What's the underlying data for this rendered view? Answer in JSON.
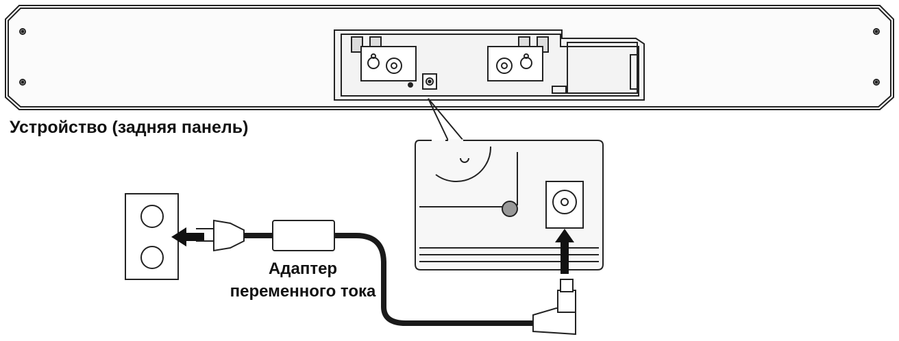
{
  "labels": {
    "device_back_panel": "Устройство (задняя панель)",
    "adapter_line_1": "Адаптер",
    "adapter_line_2": "переменного тока"
  },
  "icons": [
    "device-back-panel",
    "dc-in-port",
    "callout-magnifier",
    "wall-outlet",
    "power-plug",
    "ac-adapter-box",
    "dc-plug",
    "insert-arrow"
  ],
  "colors": {
    "line": "#222222",
    "cable": "#1a1a1a",
    "panel_fill": "#f7f7f7",
    "port_fill": "#999999"
  }
}
